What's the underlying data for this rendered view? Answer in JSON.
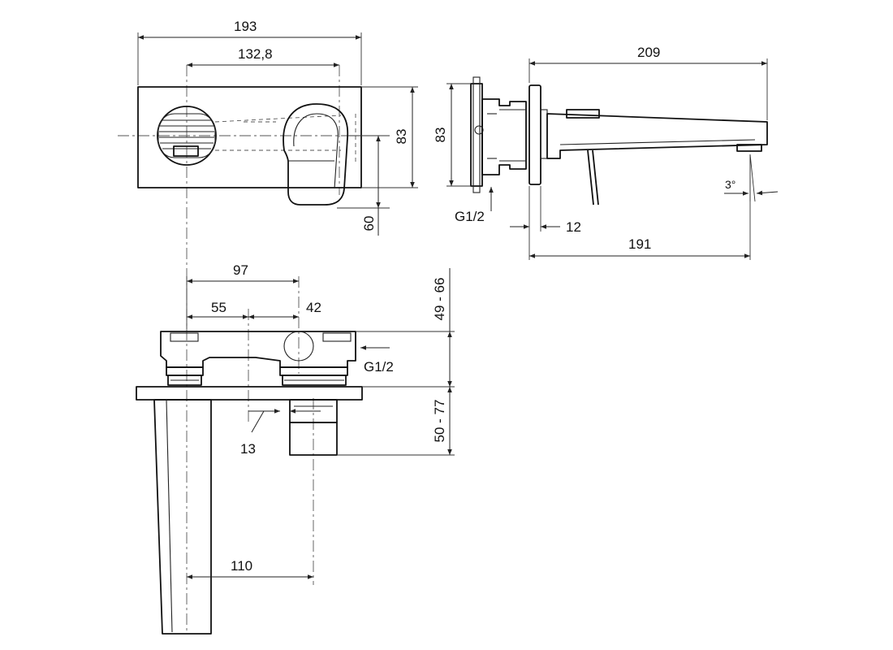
{
  "drawing": {
    "front_view": {
      "width_total": "193",
      "hole_spacing": "132,8",
      "plate_height": "83",
      "lever_drop": "60"
    },
    "side_view": {
      "depth_total": "209",
      "body_height": "83",
      "inlet": "G1/2",
      "plate_thickness": "12",
      "spout_reach": "191",
      "spout_angle": "3°"
    },
    "top_view": {
      "spacing_97": "97",
      "spacing_55": "55",
      "spacing_42": "42",
      "depth_top": "49 - 66",
      "depth_bottom": "50 - 77",
      "inlet": "G1/2",
      "gap": "13",
      "spout_length": "110"
    }
  }
}
